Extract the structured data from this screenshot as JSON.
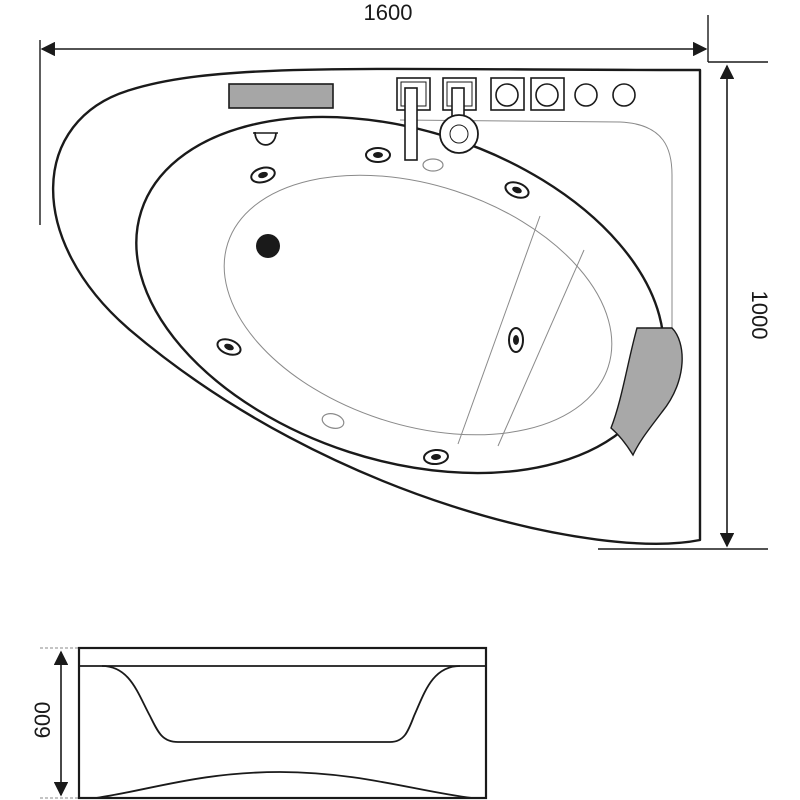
{
  "dimensions": {
    "length": "1600",
    "width": "1000",
    "height": "600"
  },
  "colors": {
    "line": "#1a1a1a",
    "thin_line": "#8a8a8a",
    "panel_fill": "#a6a6a6",
    "headrest_fill": "#a8a8a8",
    "drain_fill": "#1a1a1a",
    "background": "#ffffff"
  },
  "icons": {
    "control_panel": "control-panel-icon",
    "faucet": "faucet-icon",
    "spout": "spout-icon",
    "button": "button-icon",
    "jet": "jet-icon",
    "drain": "drain-icon",
    "headrest": "headrest-icon",
    "dimension_arrow": "dimension-arrow-icon"
  }
}
